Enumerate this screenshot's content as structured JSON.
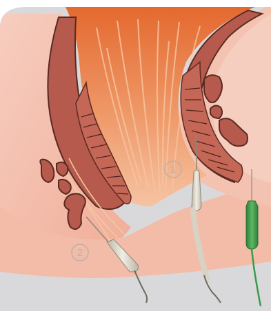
{
  "markers": [
    {
      "id": "marker-1",
      "label": "1"
    },
    {
      "id": "marker-2",
      "label": "2"
    }
  ],
  "colors": {
    "background_gray": "#d7d7d9",
    "skin_pink": "#f2b7a3",
    "skin_light": "#f7cdbf",
    "muscle_orange": "#e97a45",
    "muscle_dark": "#b55a4d",
    "fiber": "#f3c38f",
    "needle_gray": "#d8d3c4",
    "electrode_green": "#3d9a49",
    "marker_gray": "#b8b3ac"
  },
  "icons": [
    "needle-electrode-icon",
    "green-surface-electrode-icon"
  ]
}
